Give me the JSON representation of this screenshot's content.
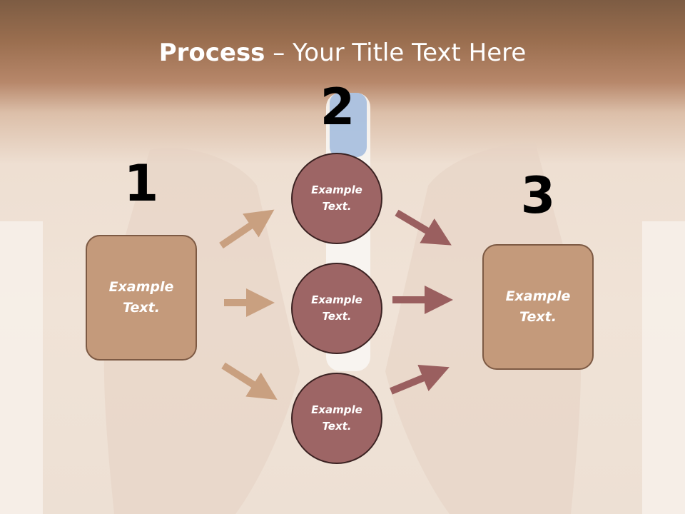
{
  "slide": {
    "title_bold": "Process",
    "title_rest": " – Your Title Text Here",
    "numbers": {
      "n1": "1",
      "n2": "2",
      "n3": "3"
    },
    "left_box": {
      "line1": "Example",
      "line2": "Text."
    },
    "right_box": {
      "line1": "Example",
      "line2": "Text."
    },
    "circles": [
      {
        "line1": "Example",
        "line2": "Text."
      },
      {
        "line1": "Example",
        "line2": "Text."
      },
      {
        "line1": "Example",
        "line2": "Text."
      }
    ]
  },
  "colors": {
    "box_fill": "#c49a7b",
    "box_border": "#7d5a44",
    "circle_fill": "#9d6565",
    "circle_border": "#3b2222",
    "arrow_left": "#c9a080",
    "arrow_right": "#9a5f5f",
    "header_band": "#9a6e4f"
  }
}
